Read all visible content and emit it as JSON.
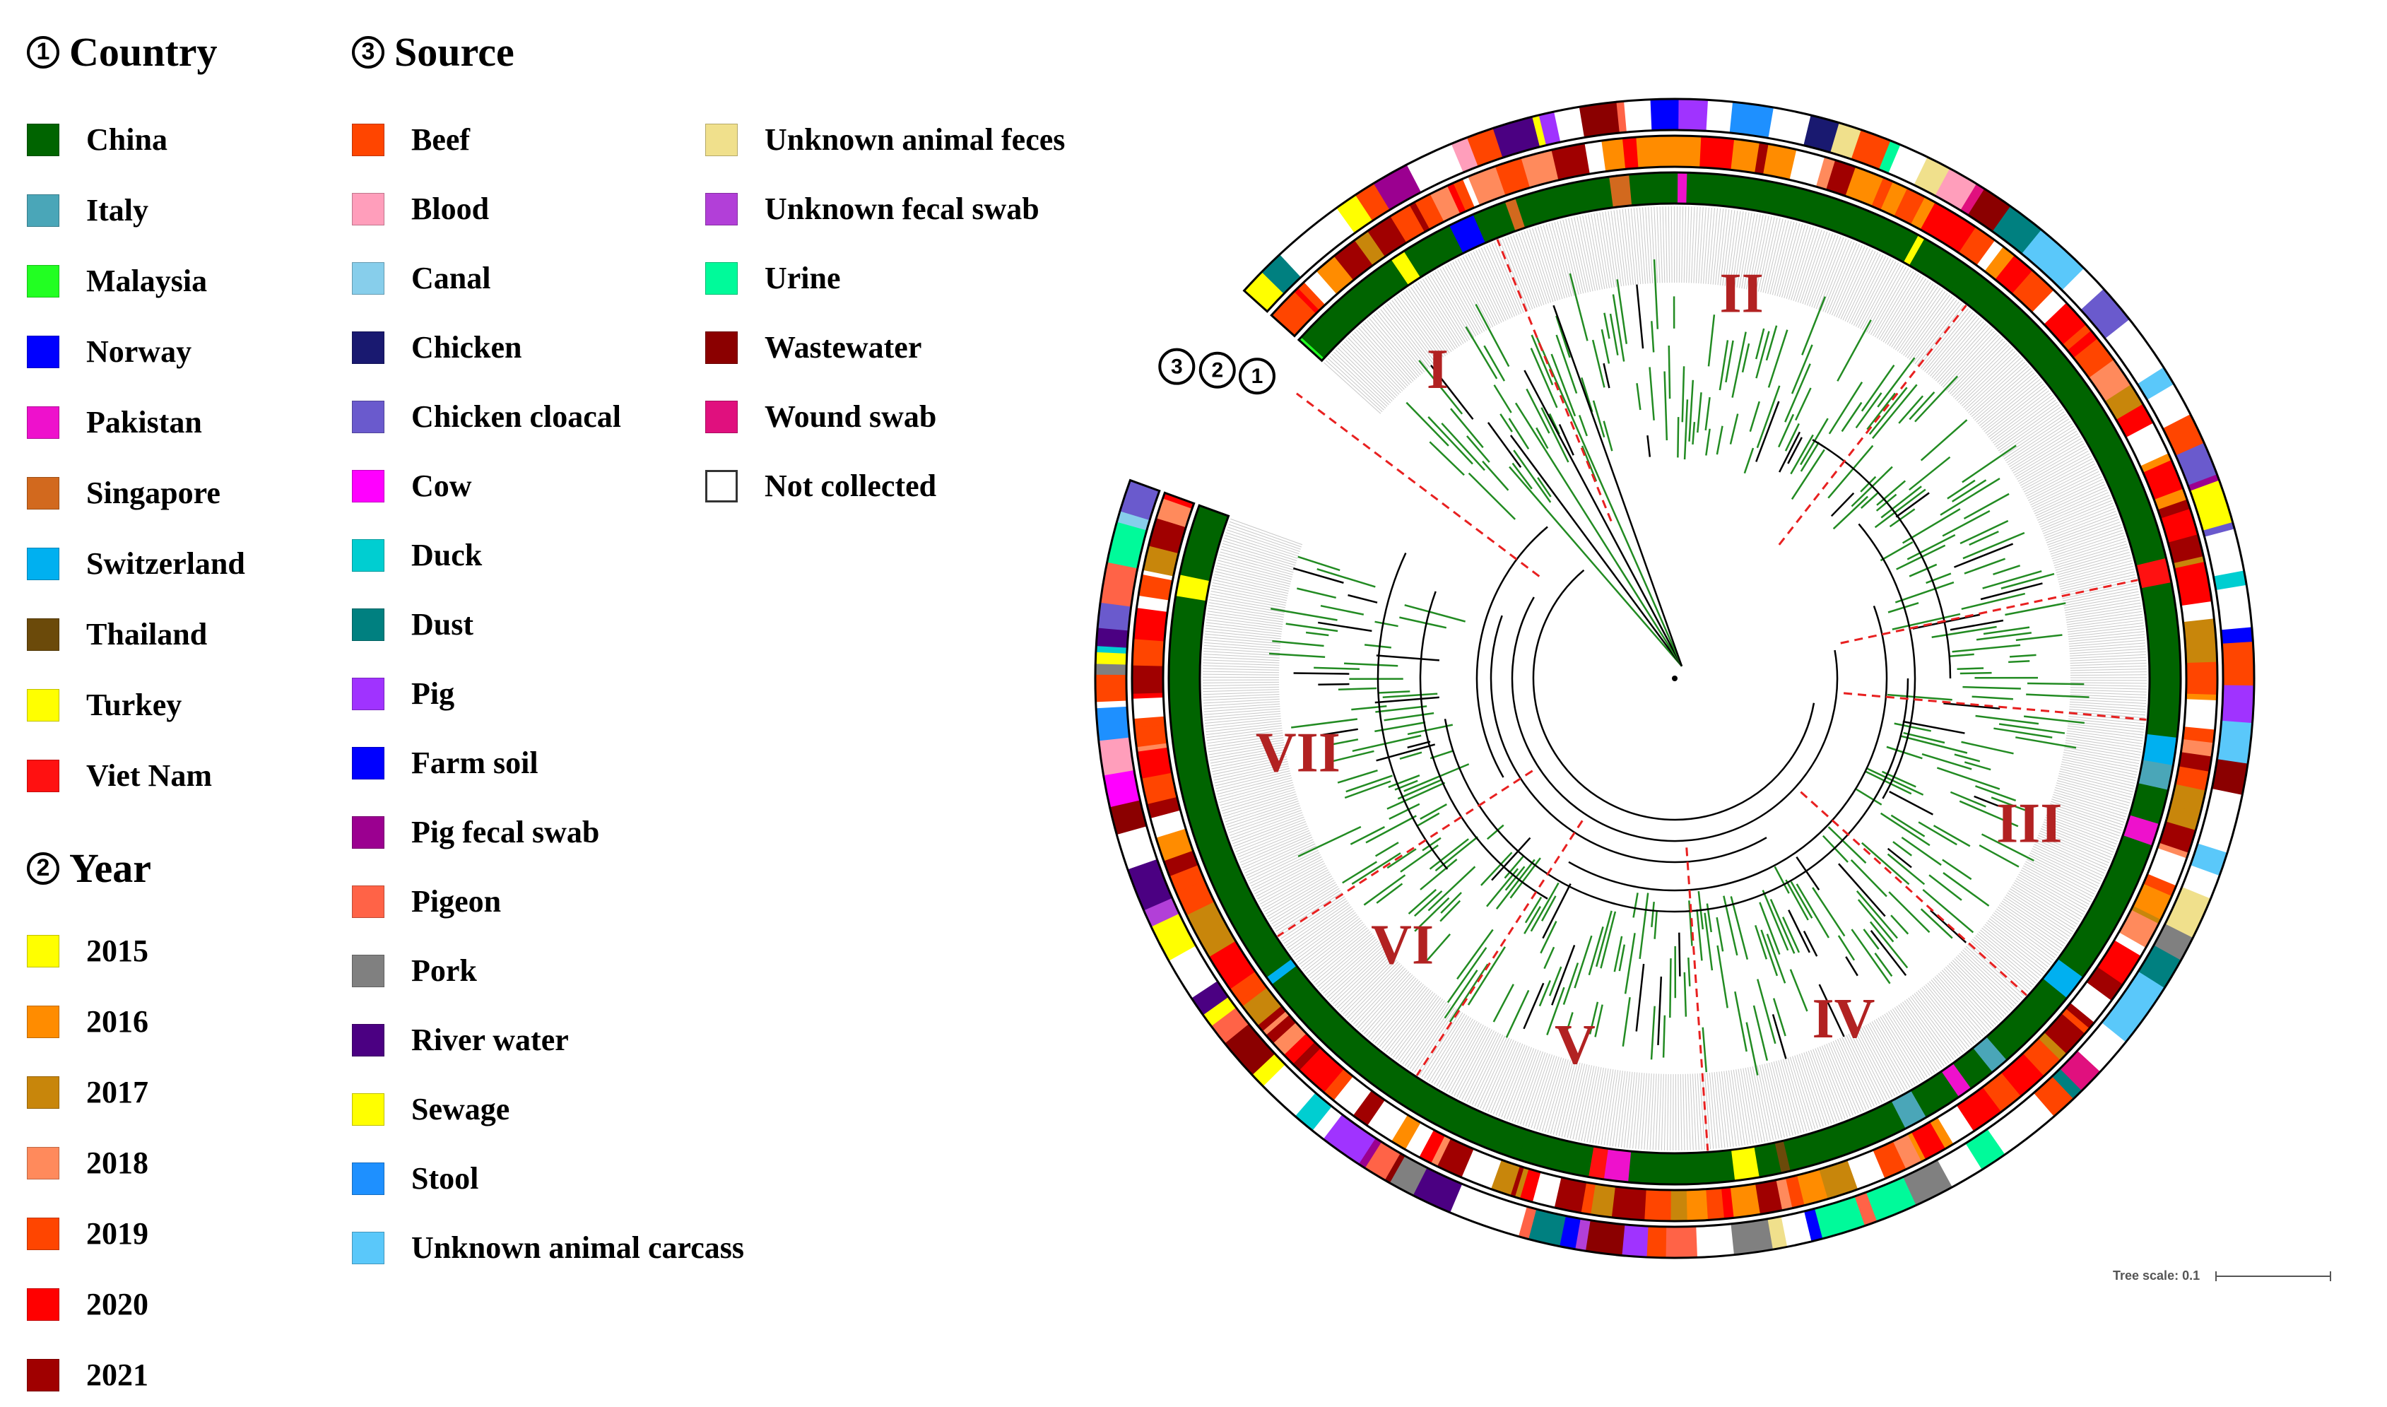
{
  "legend": {
    "country": {
      "number": "1",
      "title": "Country",
      "items": [
        {
          "label": "China",
          "color": "#006400"
        },
        {
          "label": "Italy",
          "color": "#4aa6b8"
        },
        {
          "label": "Malaysia",
          "color": "#22ff22"
        },
        {
          "label": "Norway",
          "color": "#0000ff"
        },
        {
          "label": "Pakistan",
          "color": "#ee11cc"
        },
        {
          "label": "Singapore",
          "color": "#d2691e"
        },
        {
          "label": "Switzerland",
          "color": "#00b0f0"
        },
        {
          "label": "Thailand",
          "color": "#6b4a0a"
        },
        {
          "label": "Turkey",
          "color": "#ffff00"
        },
        {
          "label": "Viet Nam",
          "color": "#ff1111"
        }
      ]
    },
    "year": {
      "number": "2",
      "title": "Year",
      "items": [
        {
          "label": "2015",
          "color": "#ffff00"
        },
        {
          "label": "2016",
          "color": "#ff8c00"
        },
        {
          "label": "2017",
          "color": "#c8860b"
        },
        {
          "label": "2018",
          "color": "#ff8a5c"
        },
        {
          "label": "2019",
          "color": "#ff4500"
        },
        {
          "label": "2020",
          "color": "#ff0000"
        },
        {
          "label": "2021",
          "color": "#a00000"
        }
      ]
    },
    "source": {
      "number": "3",
      "title": "Source",
      "items": [
        {
          "label": "Beef",
          "color": "#ff4500"
        },
        {
          "label": "Blood",
          "color": "#ff9ebb"
        },
        {
          "label": "Canal",
          "color": "#87ceeb"
        },
        {
          "label": "Chicken",
          "color": "#191970"
        },
        {
          "label": "Chicken cloacal",
          "color": "#6a5acd"
        },
        {
          "label": "Cow",
          "color": "#ff00ff"
        },
        {
          "label": "Duck",
          "color": "#00ced1"
        },
        {
          "label": "Dust",
          "color": "#008080"
        },
        {
          "label": "Pig",
          "color": "#a033ff"
        },
        {
          "label": "Farm soil",
          "color": "#0000ff"
        },
        {
          "label": "Pig fecal swab",
          "color": "#9b0090"
        },
        {
          "label": "Pigeon",
          "color": "#ff6347"
        },
        {
          "label": "Pork",
          "color": "#808080"
        },
        {
          "label": "River water",
          "color": "#4b0082"
        },
        {
          "label": "Sewage",
          "color": "#ffff00"
        },
        {
          "label": "Stool",
          "color": "#1e90ff"
        },
        {
          "label": "Unknown animal carcass",
          "color": "#5ac8fa"
        },
        {
          "label": "Unknown animal feces",
          "color": "#f0e08c"
        },
        {
          "label": "Unknown fecal swab",
          "color": "#b23fd8"
        },
        {
          "label": "Urine",
          "color": "#00fa9a"
        },
        {
          "label": "Wastewater",
          "color": "#8b0000"
        },
        {
          "label": "Wound swab",
          "color": "#e0107e"
        },
        {
          "label": "Not collected",
          "color": "#ffffff"
        }
      ]
    }
  },
  "tree": {
    "ring_markers": [
      "3",
      "2",
      "1"
    ],
    "clades": [
      "I",
      "II",
      "III",
      "IV",
      "V",
      "VI",
      "VII"
    ],
    "clade_color": "#b22222",
    "branch_color": "#228b22",
    "scale_label": "Tree scale: 0.1"
  }
}
